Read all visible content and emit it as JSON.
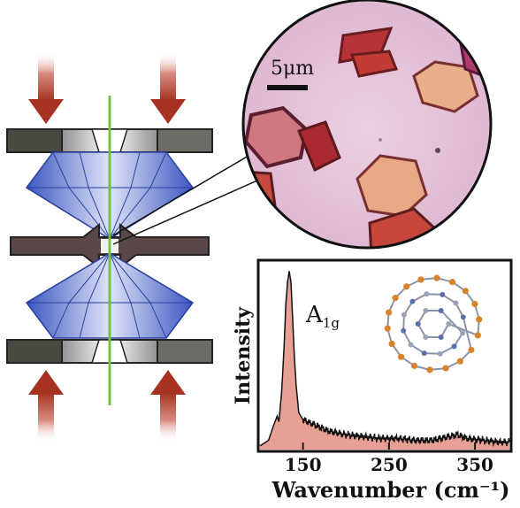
{
  "micrograph": {
    "scale_bar_label": "5μm"
  },
  "spectrum": {
    "ylabel": "Intensity",
    "xlabel": "Wavenumber (cm⁻¹)",
    "peak_label_main": "A",
    "peak_label_sub": "1g",
    "x_ticks": [
      "150",
      "250",
      "350"
    ],
    "fill_color": "#e8a095",
    "line_color": "#111111"
  },
  "chart_data": {
    "type": "area",
    "xlabel": "Wavenumber (cm⁻¹)",
    "ylabel": "Intensity",
    "xlim": [
      100,
      390
    ],
    "ylim": [
      0,
      1
    ],
    "x_ticks": [
      150,
      250,
      350
    ],
    "annotations": [
      {
        "text": "A1g",
        "x": 138
      }
    ],
    "series": [
      {
        "x": [
          100,
          110,
          115,
          120,
          122,
          125,
          128,
          130,
          132,
          134,
          136,
          138,
          140,
          142,
          145,
          150,
          160,
          180,
          200,
          220,
          240,
          260,
          280,
          300,
          320,
          330,
          340,
          360,
          380,
          390
        ],
        "y": [
          0.02,
          0.05,
          0.12,
          0.18,
          0.15,
          0.3,
          0.55,
          0.78,
          0.9,
          0.96,
          0.9,
          0.7,
          0.5,
          0.35,
          0.2,
          0.16,
          0.14,
          0.1,
          0.08,
          0.07,
          0.06,
          0.06,
          0.05,
          0.05,
          0.07,
          0.08,
          0.06,
          0.05,
          0.04,
          0.04
        ]
      }
    ]
  },
  "colors": {
    "diamond_light": "#c9d2f2",
    "diamond_dark": "#3c57c0",
    "arrow": "#a63322",
    "gasket": "#5a4848",
    "laser": "#6cc24a",
    "micro_bg": "#e9c9dc",
    "crystal_fill": "#e9a888",
    "crystal_edge": "#7a3030"
  }
}
